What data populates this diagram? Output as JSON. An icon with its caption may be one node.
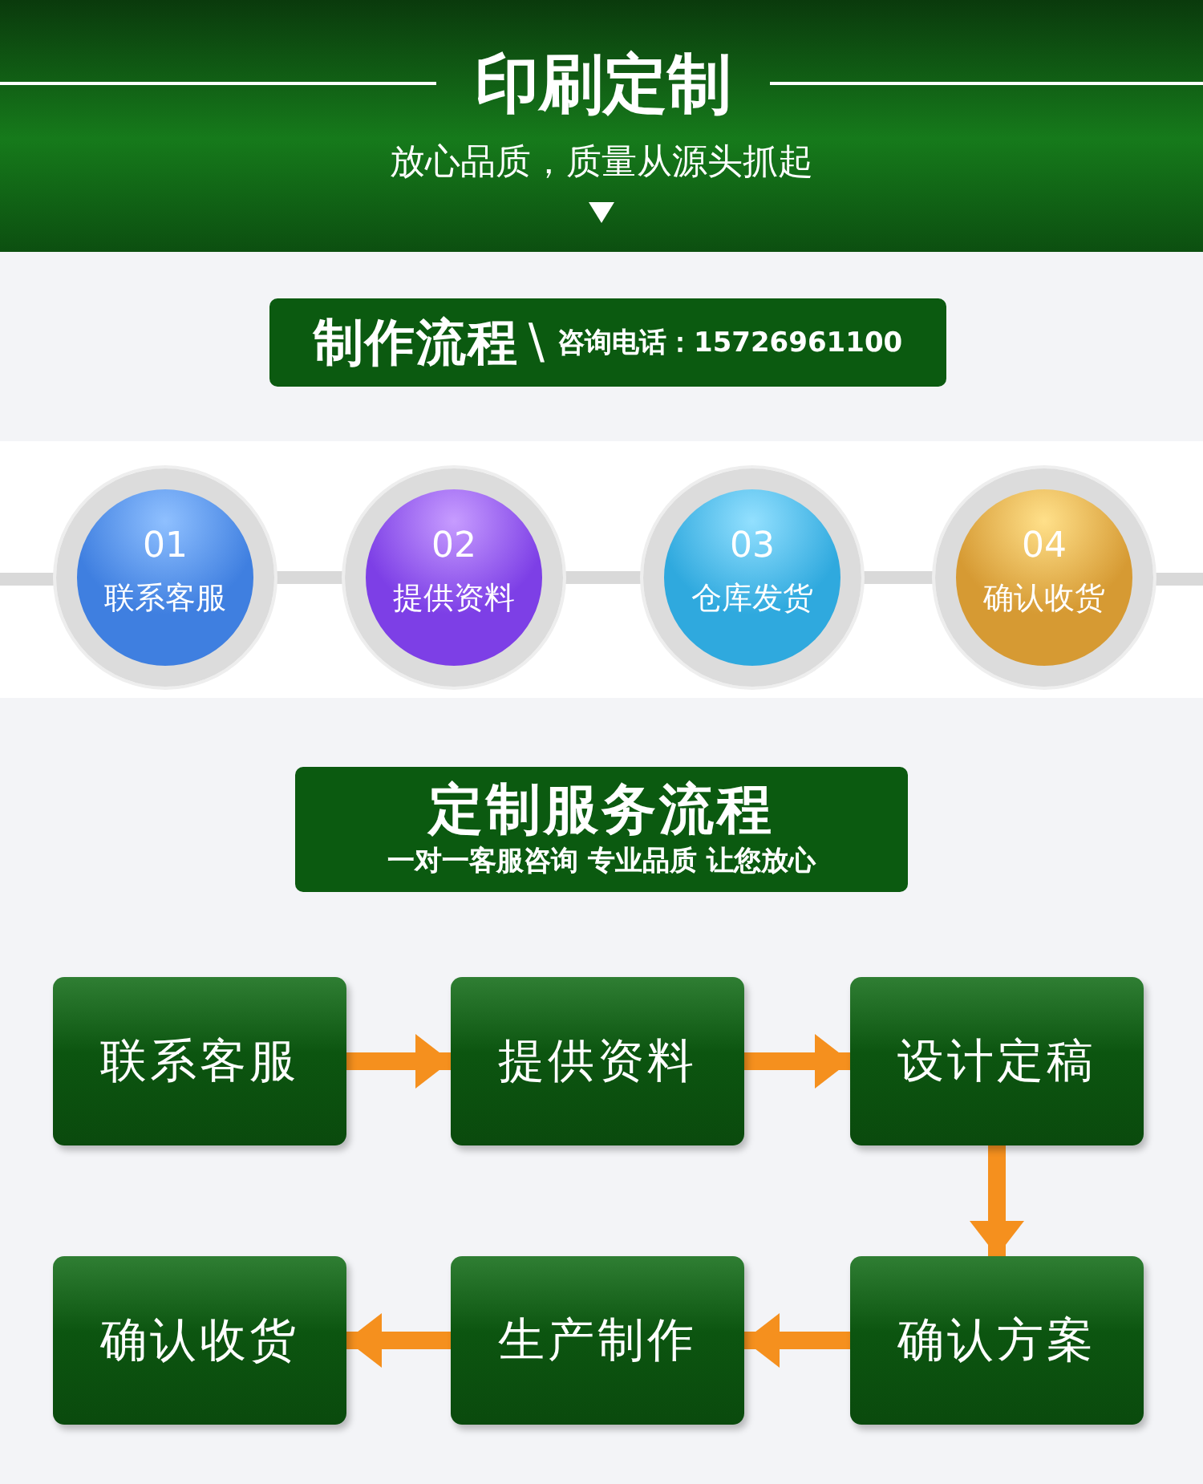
{
  "diagram": {
    "title": "印刷定制",
    "nodes": [
      {
        "text": [
          "制作流程",
          "\\",
          "咨询电话：15726961100"
        ]
      },
      {
        "text": [
          "01",
          "联系客服"
        ]
      },
      {
        "text": [
          "02",
          "提供资料"
        ]
      },
      {
        "text": [
          "03",
          "仓库发货"
        ]
      },
      {
        "text": [
          "04",
          "确认收货"
        ]
      },
      {
        "text": [
          "定制服务流程",
          "一对一客服咨询 专业品质 让您放心"
        ]
      },
      {
        "text": [
          "联系客服"
        ]
      },
      {
        "text": [
          "提供资料"
        ]
      },
      {
        "text": [
          "设计定稿"
        ]
      },
      {
        "text": [
          "确认收货"
        ]
      },
      {
        "text": [
          "生产制作"
        ]
      },
      {
        "text": [
          "确认方案"
        ]
      }
    ],
    "edges": [
      {
        "from": 1,
        "to": 2,
        "arrow": "none",
        "color": "#d9d9d9"
      },
      {
        "from": 2,
        "to": 3,
        "arrow": "none",
        "color": "#d9d9d9"
      },
      {
        "from": 3,
        "to": 4,
        "arrow": "none",
        "color": "#d9d9d9"
      },
      {
        "from": 6,
        "to": 7,
        "arrow": "to"
      },
      {
        "from": 7,
        "to": 8,
        "arrow": "to"
      },
      {
        "from": 8,
        "to": 11,
        "arrow": "to"
      },
      {
        "from": 11,
        "to": 10,
        "arrow": "to"
      },
      {
        "from": 10,
        "to": 9,
        "arrow": "to"
      }
    ],
    "labels": [
      "放心品质，质量从源头抓起"
    ]
  }
}
